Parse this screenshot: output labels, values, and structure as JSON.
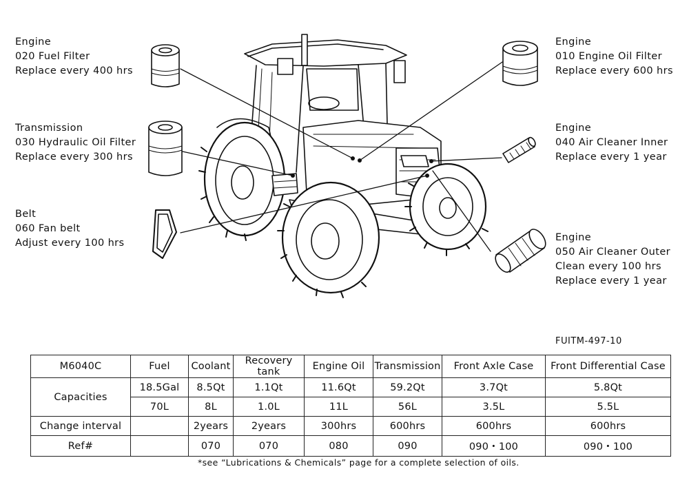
{
  "callouts": [
    {
      "id": "fuel-filter",
      "lines": [
        "Engine",
        "020 Fuel Filter",
        "Replace every 400 hrs"
      ]
    },
    {
      "id": "hydraulic-oil-filter",
      "lines": [
        "Transmission",
        "030 Hydraulic Oil Filter",
        "Replace every 300 hrs"
      ]
    },
    {
      "id": "fan-belt",
      "lines": [
        "Belt",
        "060 Fan belt",
        "Adjust every 100 hrs"
      ]
    },
    {
      "id": "engine-oil-filter",
      "lines": [
        "Engine",
        "010 Engine Oil Filter",
        "Replace every 600 hrs"
      ]
    },
    {
      "id": "air-cleaner-inner",
      "lines": [
        "Engine",
        "040 Air Cleaner Inner",
        "Replace every 1 year"
      ]
    },
    {
      "id": "air-cleaner-outer",
      "lines": [
        "Engine",
        "050 Air Cleaner Outer",
        "Clean every 100 hrs",
        "Replace every 1 year"
      ]
    }
  ],
  "figure_id": "FUITM-497-10",
  "table": {
    "model": "M6040C",
    "headers": [
      "Fuel",
      "Coolant",
      "Recovery tank",
      "Engine Oil",
      "Transmission",
      "Front Axle Case",
      "Front Differential Case"
    ],
    "capacities_label": "Capacities",
    "capacities_us": [
      "18.5Gal",
      "8.5Qt",
      "1.1Qt",
      "11.6Qt",
      "59.2Qt",
      "3.7Qt",
      "5.8Qt"
    ],
    "capacities_metric": [
      "70L",
      "8L",
      "1.0L",
      "11L",
      "56L",
      "3.5L",
      "5.5L"
    ],
    "interval_label": "Change interval",
    "intervals": [
      "",
      "2years",
      "2years",
      "300hrs",
      "600hrs",
      "600hrs",
      "600hrs"
    ],
    "ref_label": "Ref#",
    "refs": [
      "",
      "070",
      "070",
      "080",
      "090",
      "090・100",
      "090・100"
    ]
  },
  "footnote": "*see “Lubrications & Chemicals” page for a complete selection of oils."
}
